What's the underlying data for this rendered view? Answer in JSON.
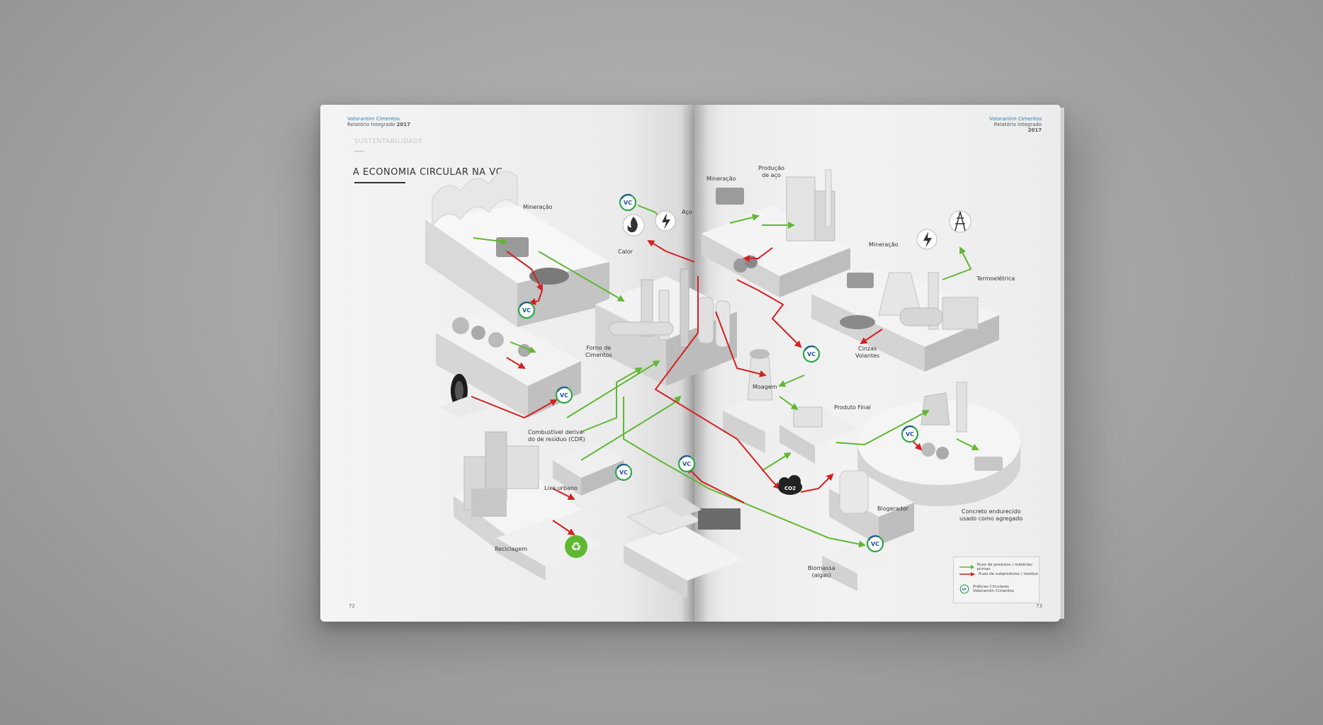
{
  "header": {
    "brand": "Votorantim Cimentos",
    "report": "Relatório Integrado",
    "year": "2017"
  },
  "section": "SUSTENTABILIDADE",
  "title": "A ECONOMIA CIRCULAR NA VC",
  "page_left": "72",
  "page_right": "73",
  "labels": {
    "mineracao_left": "Mineração",
    "mineracao_top": "Mineração",
    "producao_aco": "Produção\nde aço",
    "aco": "Aço",
    "calor": "Calor",
    "mineracao_right": "Mineração",
    "termoeletrica": "Termoelétrica",
    "forno": "Forno de\nCimentos",
    "cinzas": "Cinzas\nVolantes",
    "moagem": "Moagem",
    "produto_final": "Produto Final",
    "cdr": "Combustível deriva-\ndo de resíduo (CDR)",
    "lixo": "Lixo urbano",
    "reciclagem": "Reciclagem",
    "biogerador": "Biogerador",
    "biomassa": "Biomassa\n(algas)",
    "concreto": "Concreto endurecido\nusado como agregado",
    "co2": "CO2",
    "vc": "VC"
  },
  "legend": {
    "green": "fluxo de produtos / matérias-primas",
    "red": "fluxo de subprodutos / resíduo",
    "vc_line1": "Práticas Circulares",
    "vc_line2": "Votorantim Cimentos"
  },
  "colors": {
    "green_flow": "#5fb832",
    "red_flow": "#d42020",
    "vc_ring": "#2aa845",
    "vc_text": "#1f4fa0"
  }
}
